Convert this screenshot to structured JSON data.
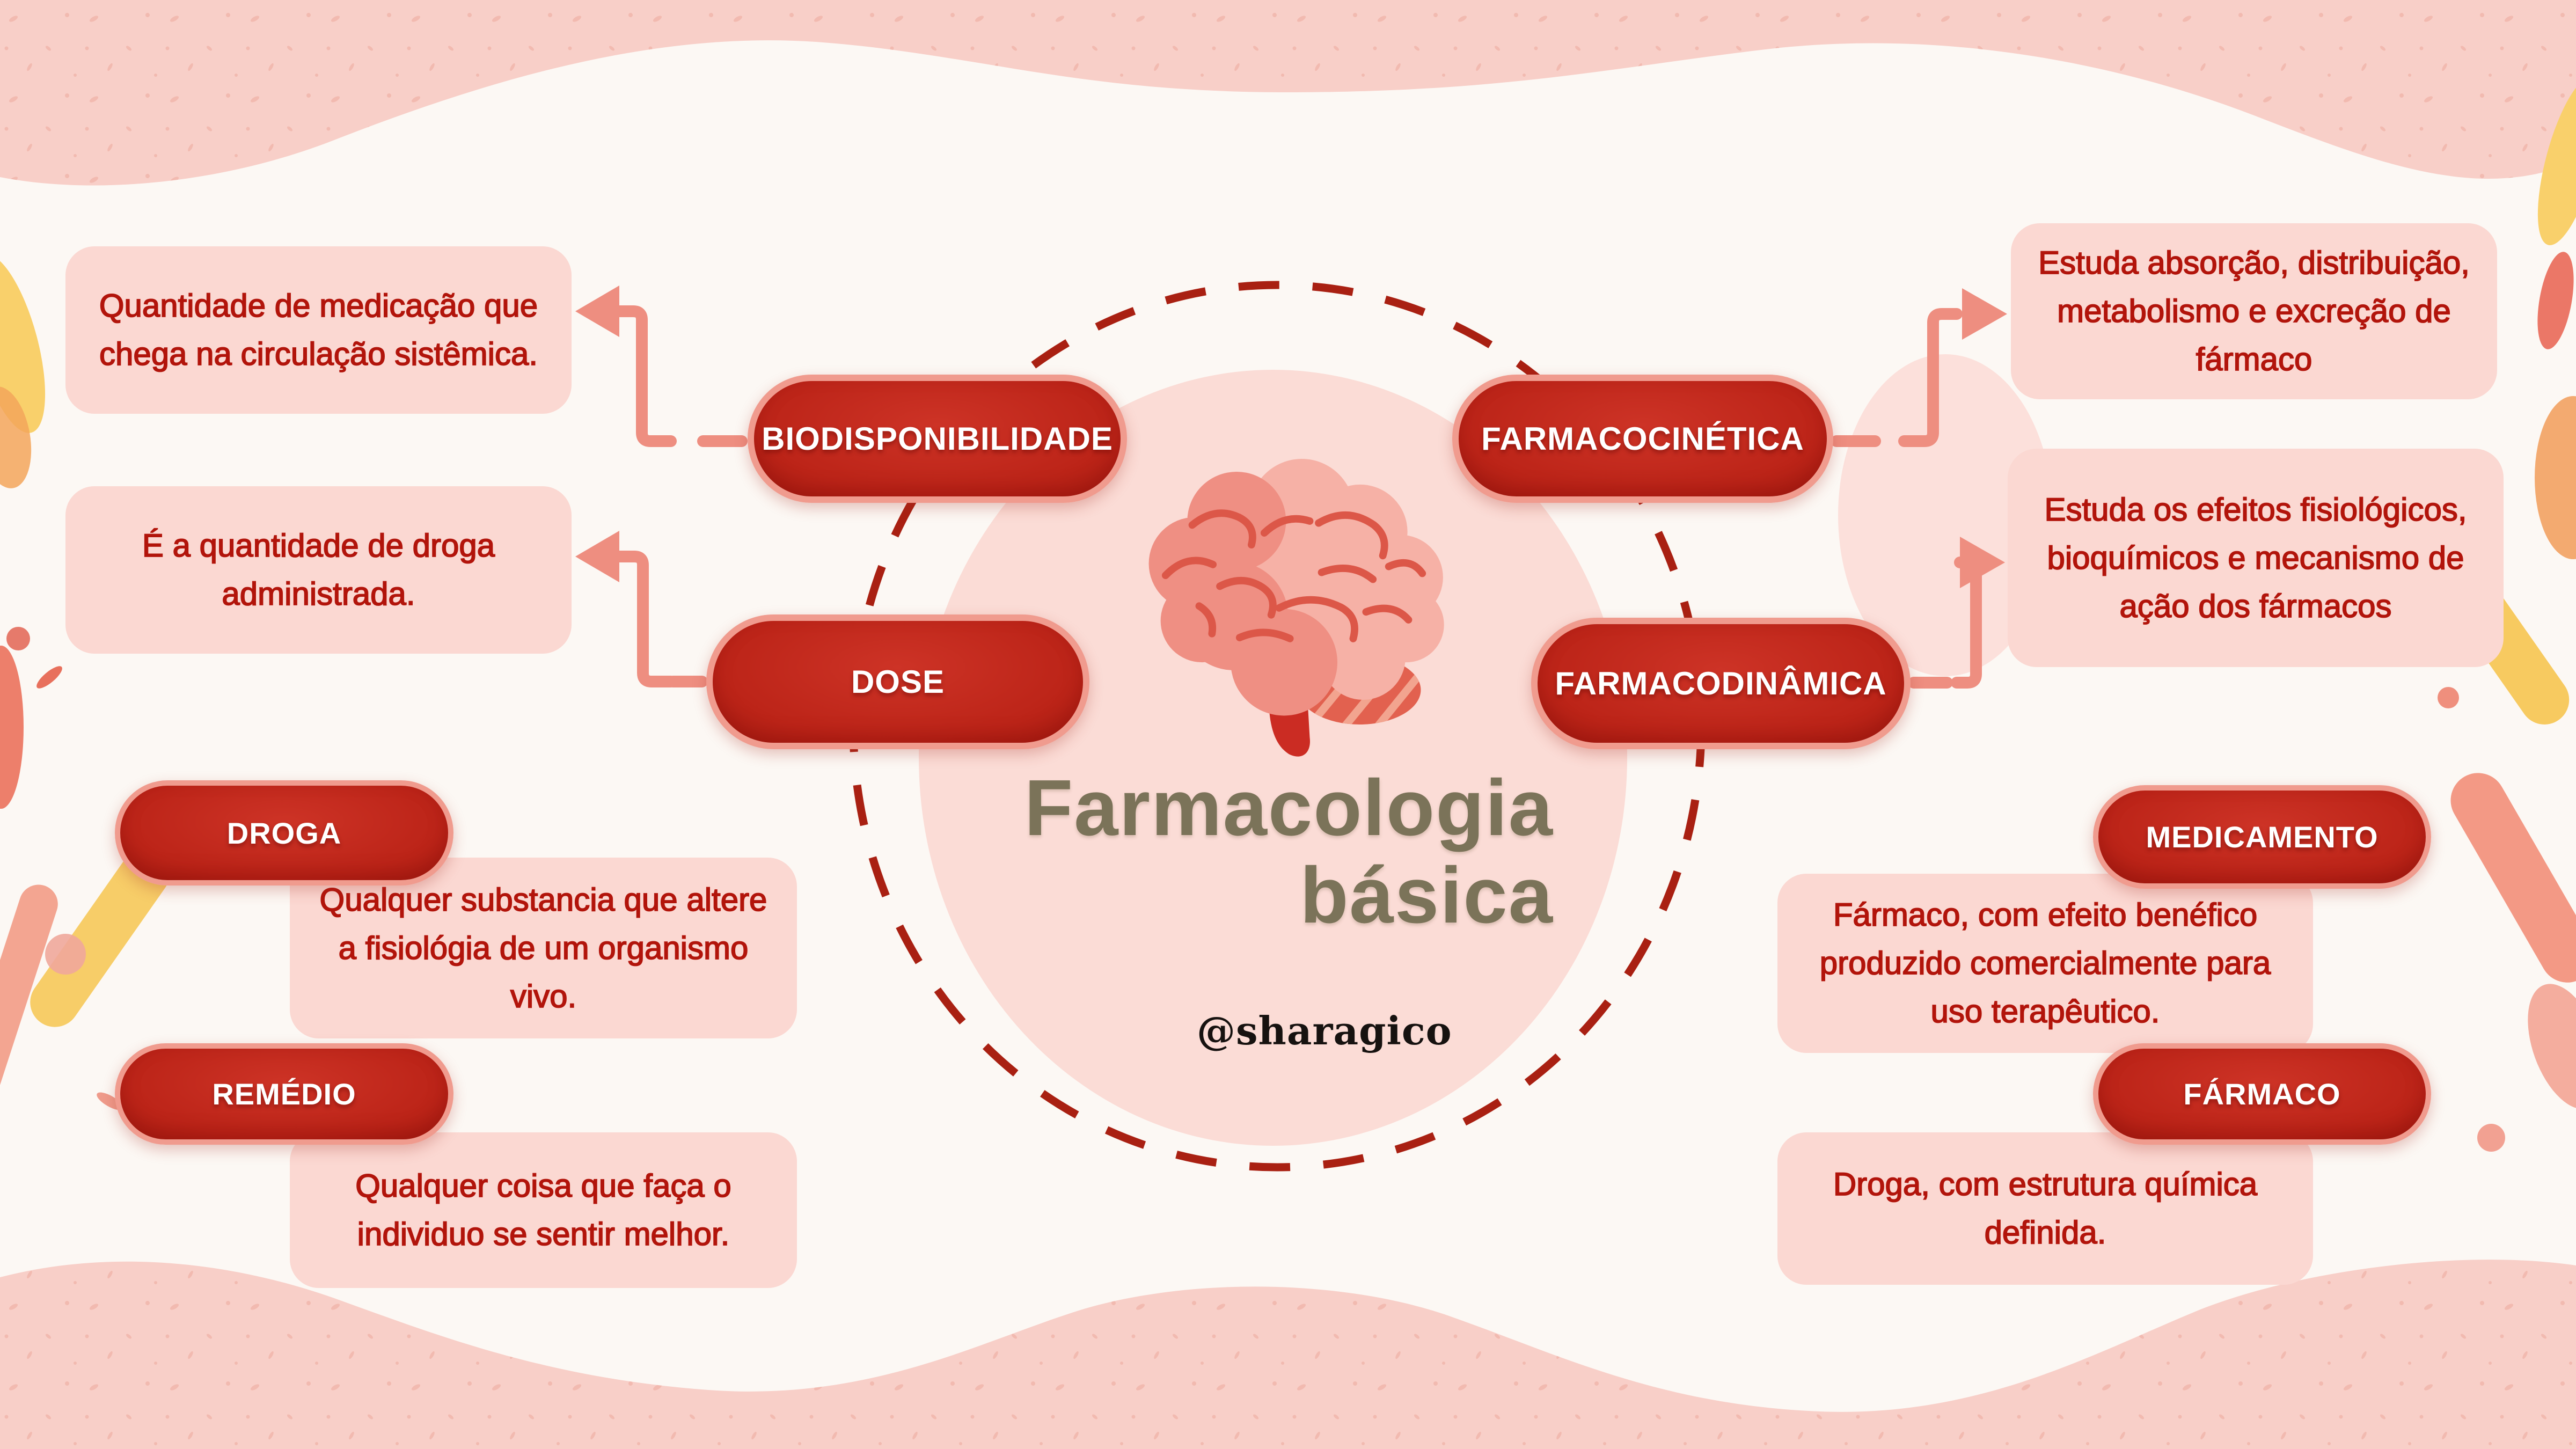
{
  "center": {
    "title_line1": "Farmacologia",
    "title_line2": "básica",
    "credit": "@sharagico"
  },
  "nodes": {
    "biodisponibilidade": {
      "label": "BIODISPONIBILIDADE",
      "description": "Quantidade de medicação que chega na circulação sistêmica."
    },
    "dose": {
      "label": "DOSE",
      "description": "É a quantidade de droga administrada."
    },
    "droga": {
      "label": "DROGA",
      "description": "Qualquer substancia que altere a fisiológia de um organismo vivo."
    },
    "remedio": {
      "label": "REMÉDIO",
      "description": "Qualquer coisa que faça o individuo se sentir melhor."
    },
    "farmacocinetica": {
      "label": "FARMACOCINÉTICA",
      "description": "Estuda absorção, distribuição, metabolismo e excreção de fármaco"
    },
    "farmacodinamica": {
      "label": "FARMACODINÂMICA",
      "description": "Estuda os efeitos fisiológicos, bioquímicos e mecanismo de ação dos fármacos"
    },
    "medicamento": {
      "label": "MEDICAMENTO",
      "description": "Fármaco, com efeito benéfico produzido comercialmente para uso terapêutico."
    },
    "farmaco": {
      "label": "FÁRMACO",
      "description": "Droga, com estrutura química definida."
    }
  },
  "icons": {
    "arrow_left": "arrow-left-icon",
    "arrow_right": "arrow-right-icon",
    "brain": "brain-icon"
  },
  "colors": {
    "pill_red": "#bc2418",
    "pill_border_salmon": "#f09b8e",
    "box_pink": "#fbd8d2",
    "text_dark_red": "#b2140b",
    "band_pink": "#f8cfc8",
    "center_circle_pink": "#fbdcd6",
    "dashed_circle_red": "#a92012",
    "connector_salmon": "#ee8e80",
    "title_olive": "#7b7359",
    "credit_black": "#161210"
  }
}
